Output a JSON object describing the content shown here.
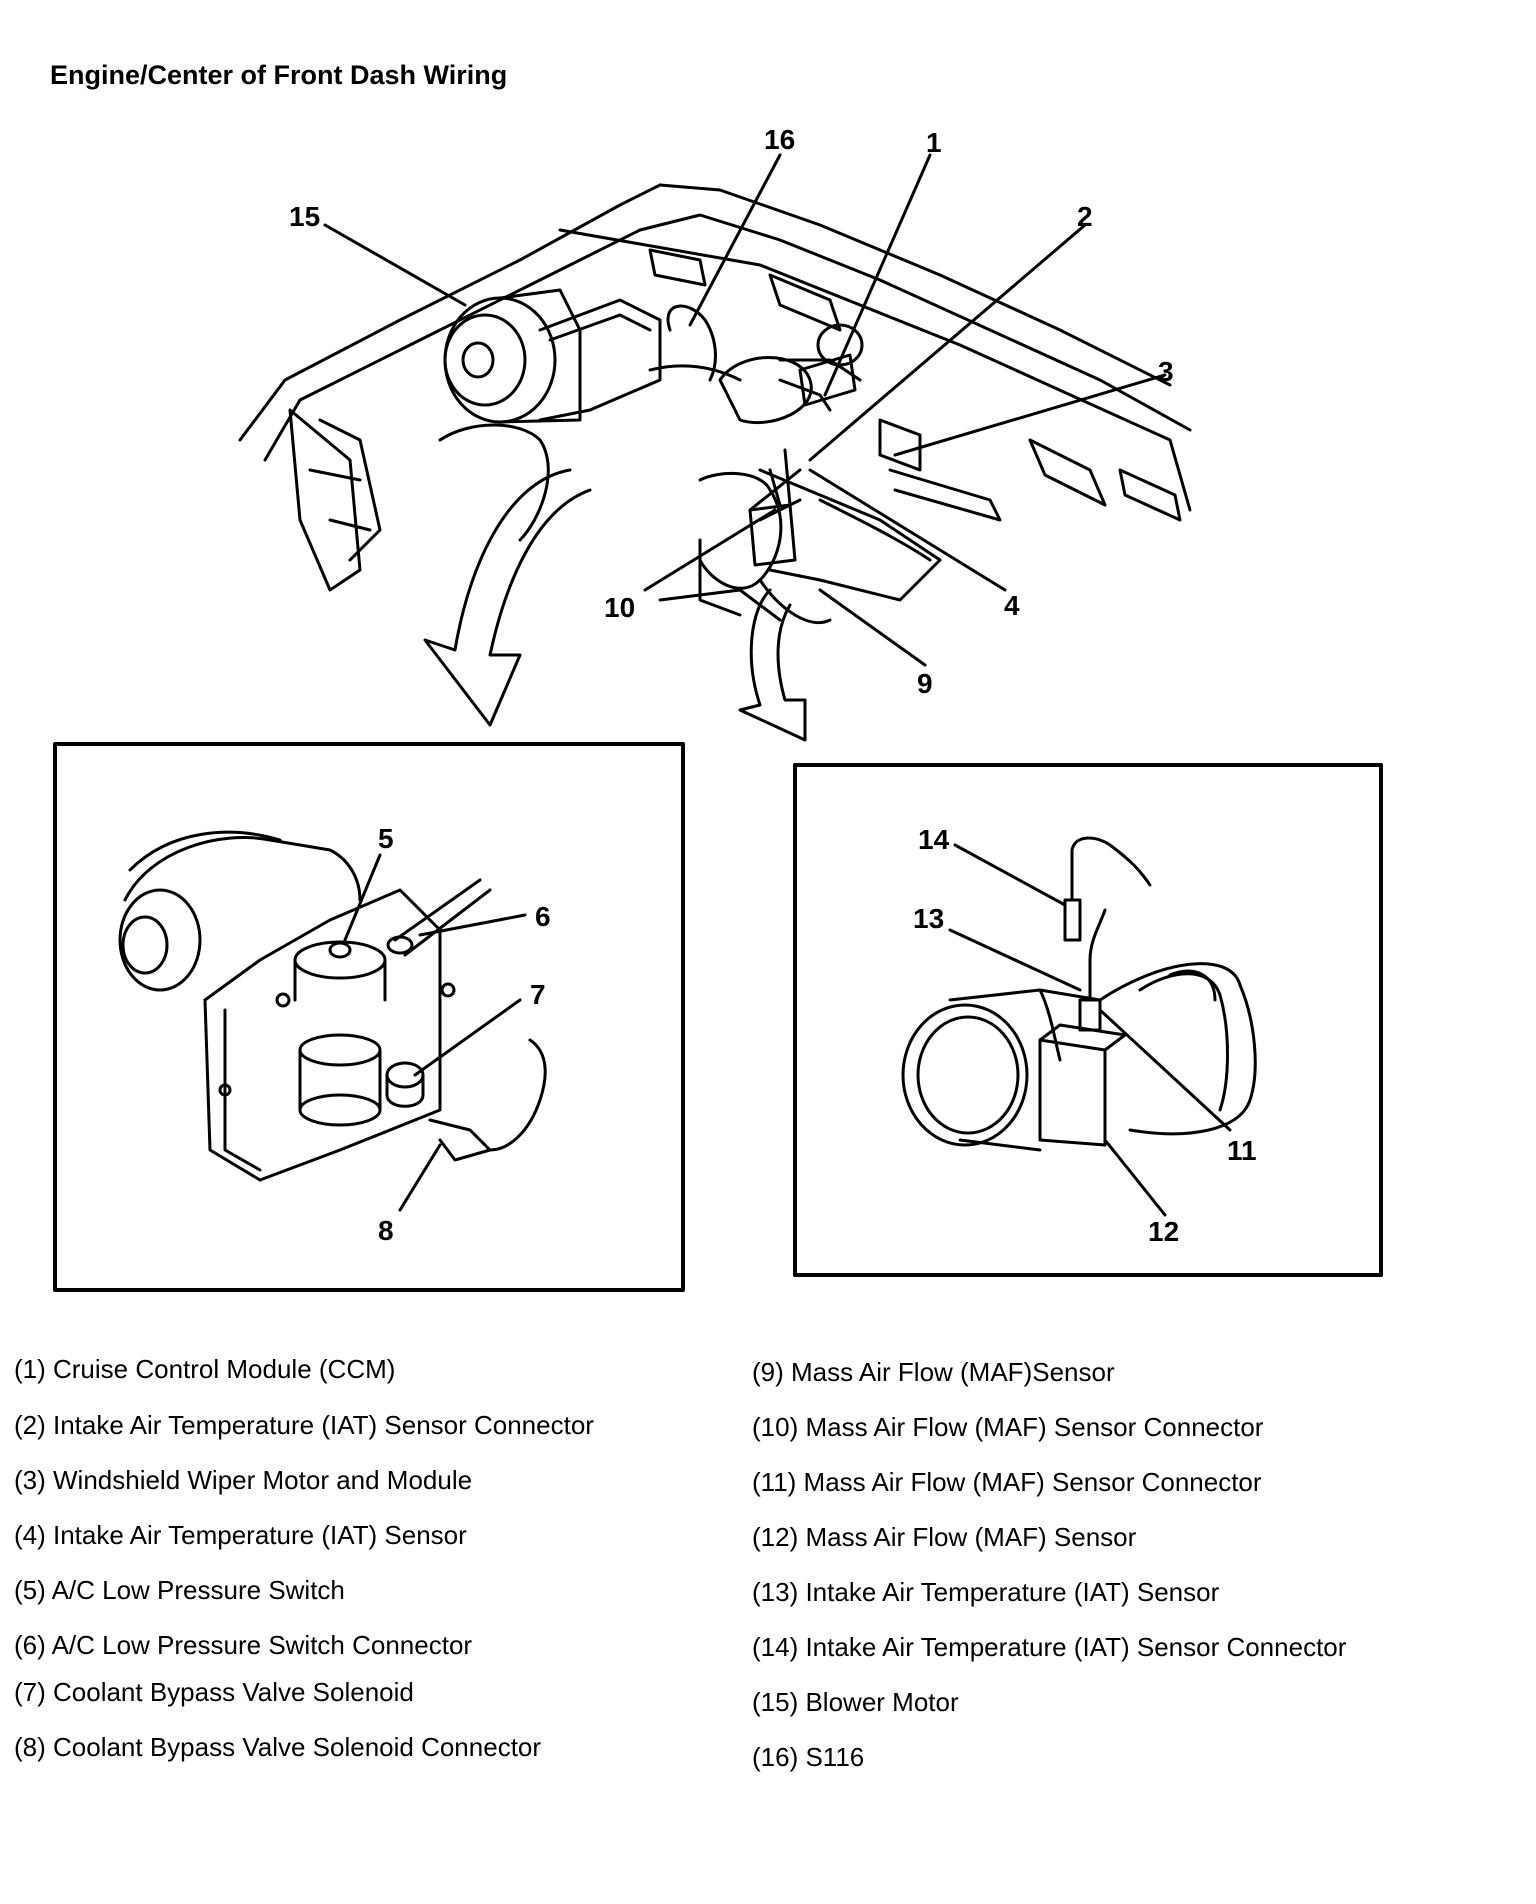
{
  "title": "Engine/Center of Front Dash Wiring",
  "callouts": {
    "c1": "1",
    "c2": "2",
    "c3": "3",
    "c4": "4",
    "c5": "5",
    "c6": "6",
    "c7": "7",
    "c8": "8",
    "c9": "9",
    "c10": "10",
    "c11": "11",
    "c12": "12",
    "c13": "13",
    "c14": "14",
    "c15": "15",
    "c16": "16"
  },
  "legend": {
    "left": [
      "(1) Cruise Control Module (CCM)",
      "(2) Intake Air Temperature (IAT) Sensor Connector",
      "(3) Windshield Wiper Motor and Module",
      "(4) Intake Air Temperature (IAT) Sensor",
      "(5) A/C Low Pressure Switch",
      "(6) A/C Low Pressure Switch Connector",
      "(7) Coolant Bypass Valve Solenoid",
      "(8) Coolant Bypass Valve Solenoid Connector"
    ],
    "right": [
      "(9) Mass Air Flow (MAF)Sensor",
      "(10) Mass Air Flow (MAF) Sensor Connector",
      "(11) Mass Air Flow (MAF) Sensor Connector",
      "(12) Mass Air Flow (MAF) Sensor",
      "(13) Intake Air Temperature (IAT) Sensor",
      "(14) Intake Air Temperature (IAT) Sensor Connector",
      "(15) Blower Motor",
      "(16) S116"
    ]
  }
}
